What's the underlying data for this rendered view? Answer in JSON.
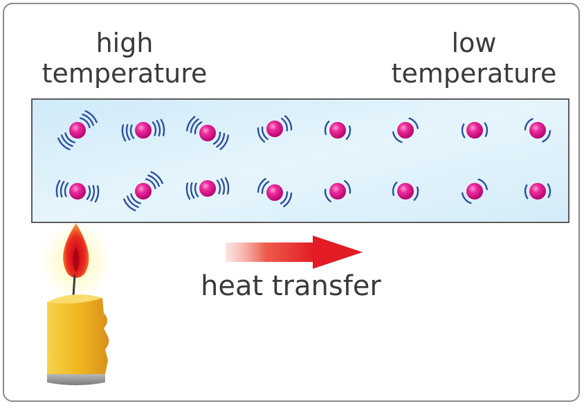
{
  "labels": {
    "high_line1": "high",
    "high_line2": "temperature",
    "low_line1": "low",
    "low_line2": "temperature",
    "heat_transfer": "heat transfer"
  },
  "colors": {
    "particle": "#e0148c",
    "vibration_lines": "#2b4f9e",
    "bar_fill": "#d6eefa",
    "arrow": "#e8202a",
    "candle": "#f3c020",
    "flame": "#e11a1a",
    "text": "#3a3a3a"
  },
  "rows": [
    {
      "vibration": [
        3,
        3,
        3,
        2,
        1,
        1,
        1,
        1
      ]
    },
    {
      "vibration": [
        3,
        3,
        3,
        2,
        1,
        1,
        1,
        1
      ]
    }
  ],
  "icons": [
    "candle-icon",
    "flame-icon",
    "heat-arrow-icon",
    "particle-icon"
  ]
}
